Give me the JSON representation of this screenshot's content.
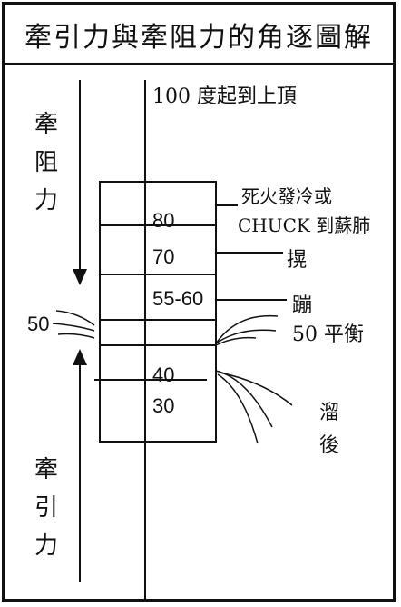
{
  "title": "牽引力與牽阻力的角逐圖解",
  "labels": {
    "top": "100 度起到上頂",
    "left_top": [
      "牽",
      "阻",
      "力"
    ],
    "left_bottom": [
      "牽",
      "引",
      "力"
    ],
    "left_50": "50",
    "band_80": "80",
    "band_70": "70",
    "band_5560": "55-60",
    "band_40": "40",
    "band_30": "30",
    "note_80_line1": "死火發冷或",
    "note_80_line2": "CHUCK 到蘇肺",
    "note_70": "㨪",
    "note_5560": "蹦",
    "note_50": "50  平衡",
    "note_liu": "溜",
    "note_hou": "後"
  }
}
